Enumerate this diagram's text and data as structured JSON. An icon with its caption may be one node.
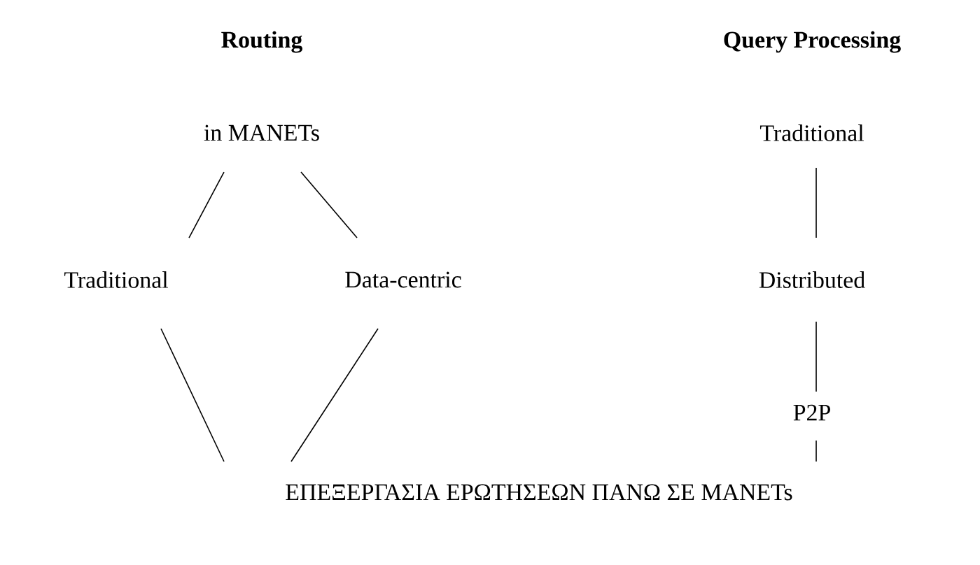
{
  "diagram": {
    "nodes": [
      {
        "text": [
          "in MANETs"
        ]
      },
      {
        "text": [
          "Traditional"
        ]
      },
      {
        "text": [
          "Data-centric"
        ]
      },
      {
        "text": [
          "Traditional"
        ]
      },
      {
        "text": [
          "Distributed"
        ]
      },
      {
        "text": [
          "P2P"
        ]
      },
      {
        "text": [
          "ΕΠΕΞΕΡΓΑΣΙΑ ΕΡΩΤΗΣΕΩΝ ΠΑΝΩ ΣΕ MANETs"
        ]
      }
    ],
    "edges": [
      {
        "from": 0,
        "to": 1,
        "arrow": "none"
      },
      {
        "from": 0,
        "to": 2,
        "arrow": "none"
      },
      {
        "from": 1,
        "to": 6,
        "arrow": "none"
      },
      {
        "from": 2,
        "to": 6,
        "arrow": "none"
      },
      {
        "from": 3,
        "to": 4,
        "arrow": "none"
      },
      {
        "from": 4,
        "to": 5,
        "arrow": "none"
      },
      {
        "from": 5,
        "to": 6,
        "arrow": "none"
      }
    ],
    "labels": [
      "Routing",
      "Query Processing"
    ]
  }
}
